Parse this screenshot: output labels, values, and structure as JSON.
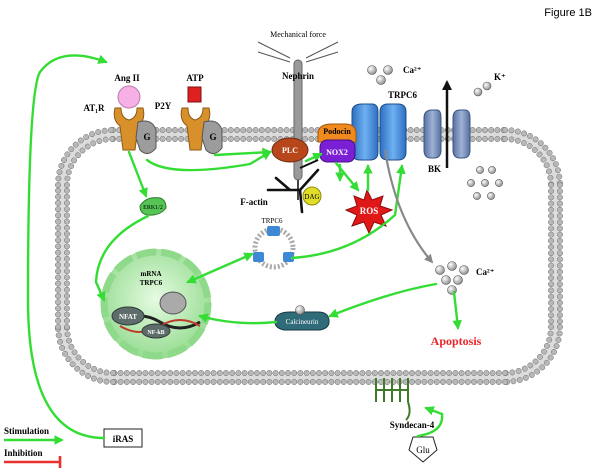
{
  "figure_label": "Figure 1B",
  "labels": {
    "mechanical_force": "Mechanical force",
    "nephrin": "Nephrin",
    "ang2": "Ang II",
    "at1r": "AT₁R",
    "atp": "ATP",
    "p2y": "P2Y",
    "g_protein": "G",
    "ca_top": "Ca²⁺",
    "trpc6_channel": "TRPC6",
    "k_plus": "K⁺",
    "podocin": "Podocin",
    "plc": "PLC",
    "nox2": "NOX2",
    "bk": "BK",
    "f_actin": "F-actin",
    "dag": "DAG",
    "ros": "ROS",
    "erk": "ERK1/2",
    "trpc6_vesicle": "TRPC6",
    "mrna_line1": "mRNA",
    "mrna_line2": "TRPC6",
    "nfat": "NFAT",
    "nfkb": "NF-kB",
    "ca_cyto": "Ca²⁺",
    "calcineurin": "Calcineurin",
    "apoptosis": "Apoptosis",
    "syndecan": "Syndecan-4",
    "iras": "iRAS",
    "glu": "Glu"
  },
  "legend": {
    "stimulation": "Stimulation",
    "inhibition": "Inhibition"
  },
  "colors": {
    "arrow_green": "#33dd33",
    "inhibition_red": "#e8312c",
    "membrane_head": "#b8b8b8",
    "receptor_orange": "#d8902a",
    "g_protein_gray": "#9c9c9c",
    "trpc6_blue": "#3f88d6",
    "bk_blue": "#6f86b8",
    "plc_brown": "#b7471b",
    "nox2_purple": "#7a1fd6",
    "podocin_orange": "#f08a1e",
    "ros_red": "#e01818",
    "dag_yellow": "#e0dc28",
    "nucleus_green": "#b4ecb0",
    "calcineurin_teal": "#2f6b78",
    "apoptosis_red": "#e8262a",
    "ang2_pink": "#f7b0e6",
    "atp_red": "#e02020"
  }
}
